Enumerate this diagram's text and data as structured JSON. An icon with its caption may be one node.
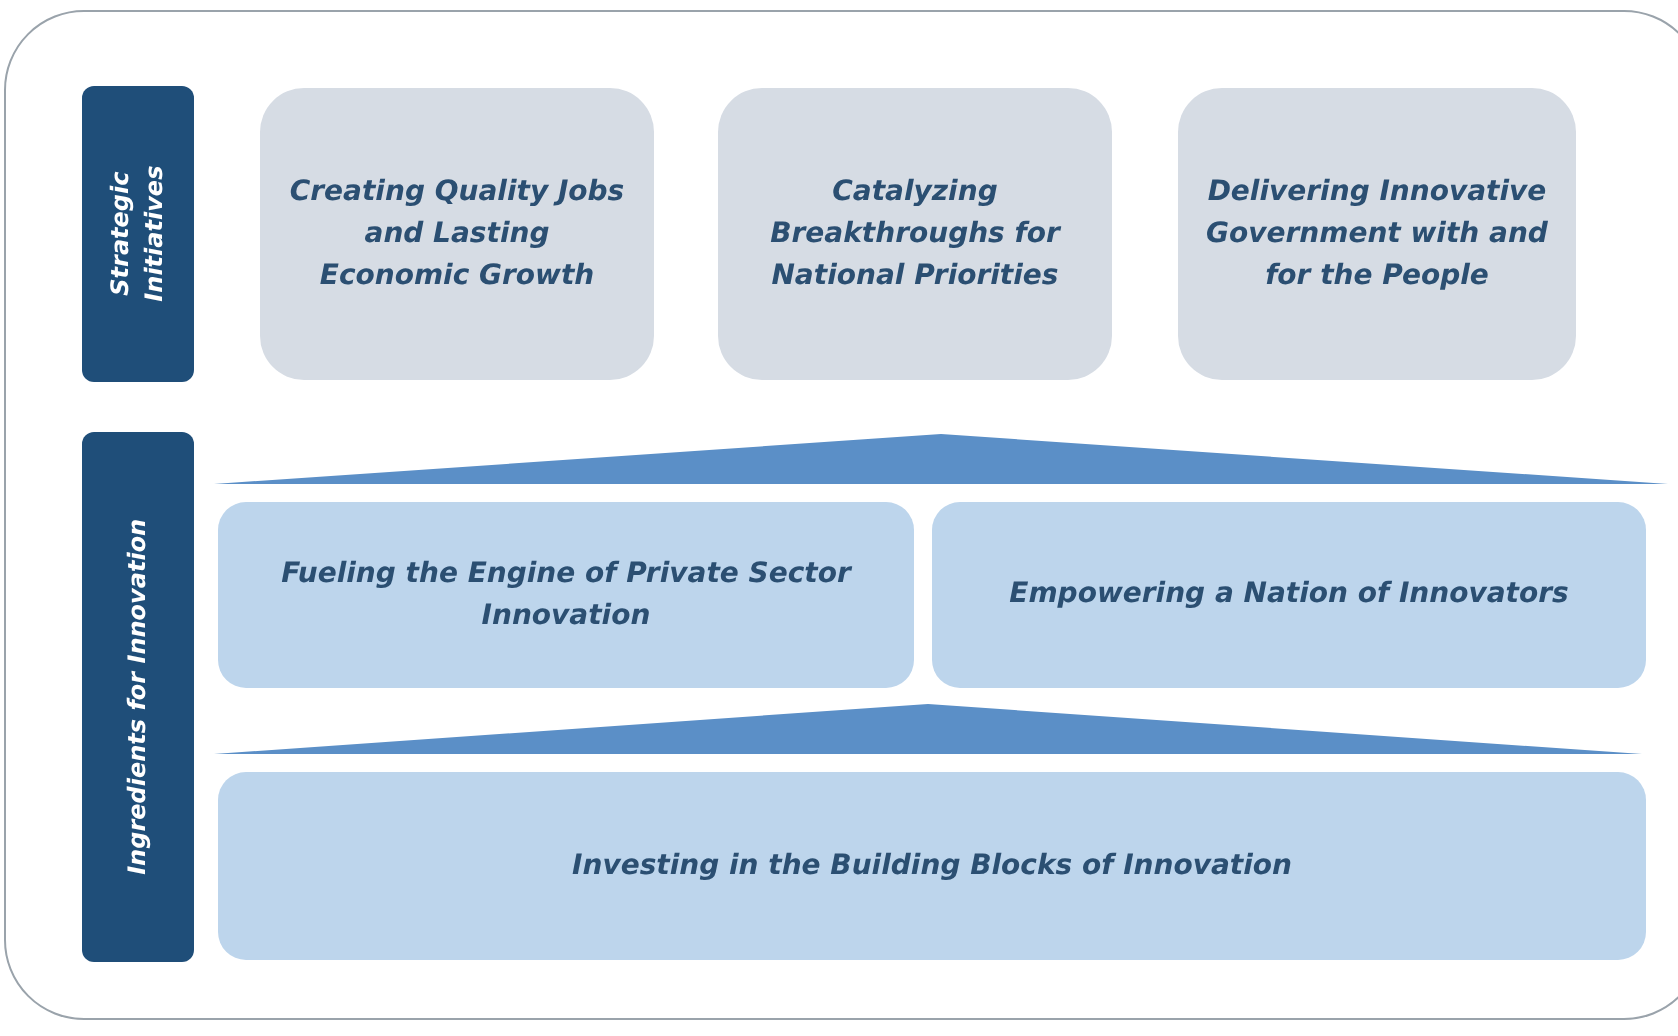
{
  "diagram": {
    "nodes": [
      {
        "text": [],
        "shape": "box"
      },
      {
        "text": [
          "Strategic Initiatives"
        ],
        "in": 0
      },
      {
        "text": [
          "Creating Quality Jobs and Lasting Economic Growth"
        ],
        "in": 0
      },
      {
        "text": [
          "Catalyzing Breakthroughs for National Priorities"
        ],
        "in": 0
      },
      {
        "text": [
          "Delivering Innovative Government with and for the People"
        ],
        "in": 0
      },
      {
        "text": [
          "Ingredients for Innovation"
        ],
        "in": 0
      },
      {
        "text": [],
        "shape": "triangle",
        "in": 0
      },
      {
        "text": [
          "Fueling the Engine of Private Sector Innovation"
        ],
        "in": 0
      },
      {
        "text": [
          "Empowering a Nation of Innovators"
        ],
        "in": 0
      },
      {
        "text": [],
        "shape": "triangle",
        "in": 0
      },
      {
        "text": [
          "Investing in the Building Blocks of Innovation"
        ],
        "in": 0
      }
    ]
  }
}
